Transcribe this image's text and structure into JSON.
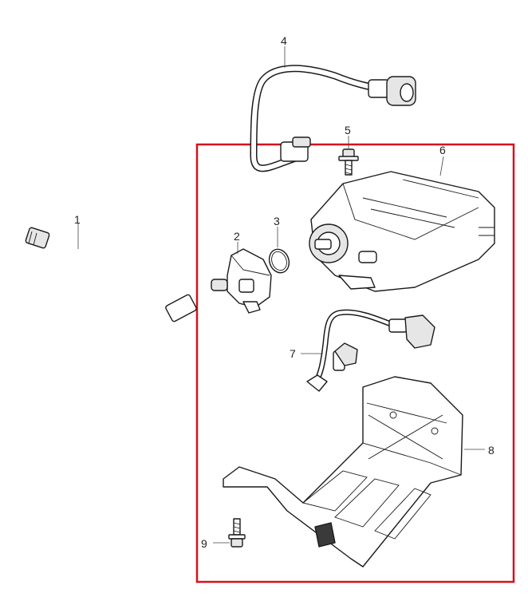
{
  "diagram": {
    "callouts": [
      {
        "id": "1",
        "label": "1"
      },
      {
        "id": "2",
        "label": "2"
      },
      {
        "id": "3",
        "label": "3"
      },
      {
        "id": "4",
        "label": "4"
      },
      {
        "id": "5",
        "label": "5"
      },
      {
        "id": "6",
        "label": "6"
      },
      {
        "id": "7",
        "label": "7"
      },
      {
        "id": "8",
        "label": "8"
      },
      {
        "id": "9",
        "label": "9"
      }
    ],
    "colors": {
      "highlight_box": "#d8101c",
      "line": "#1a1a1a",
      "background": "#ffffff"
    }
  }
}
